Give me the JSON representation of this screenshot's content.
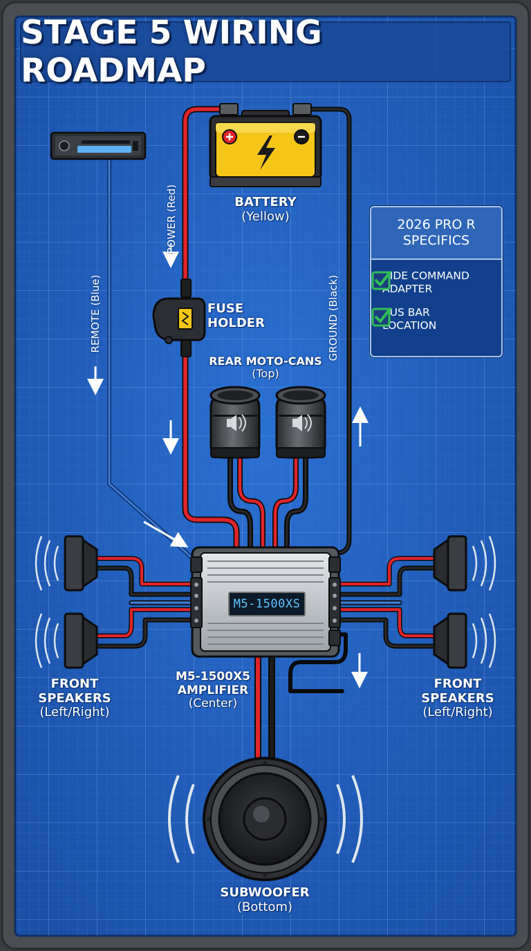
{
  "title": "STAGE 5 WIRING ROADMAP",
  "colors": {
    "power_wire": "#e0242b",
    "ground_wire": "#111111",
    "remote_wire": "#3d7bd6",
    "blueprint_bg": "#1e5fbf",
    "battery": "#f5c518",
    "check": "#2fbf55"
  },
  "components": {
    "battery": {
      "label": "BATTERY",
      "sub": "(Yellow)",
      "icon": "lightning-icon"
    },
    "fuse": {
      "label_line1": "FUSE",
      "label_line2": "HOLDER"
    },
    "rear_cans": {
      "label": "REAR MOTO-CANS",
      "sub": "(Top)"
    },
    "amplifier": {
      "display": "M5-1500XS",
      "label_line1": "M5-1500X5",
      "label_line2": "AMPLIFIER",
      "sub": "(Center)"
    },
    "front_left": {
      "label_line1": "FRONT",
      "label_line2": "SPEAKERS",
      "sub": "(Left/Right)"
    },
    "front_right": {
      "label_line1": "FRONT",
      "label_line2": "SPEAKERS",
      "sub": "(Left/Right)"
    },
    "subwoofer": {
      "label": "SUBWOOFER",
      "sub": "(Bottom)"
    }
  },
  "wires": {
    "power": "POWER (Red)",
    "remote": "REMOTE (Blue)",
    "ground": "GROUND (Black)"
  },
  "specifics": {
    "title_line1": "2026 PRO R",
    "title_line2": "SPECIFICS",
    "items": [
      {
        "line1": "RIDE COMMAND",
        "line2": "ADAPTER"
      },
      {
        "line1": "BUS BAR",
        "line2": "LOCATION"
      }
    ]
  }
}
